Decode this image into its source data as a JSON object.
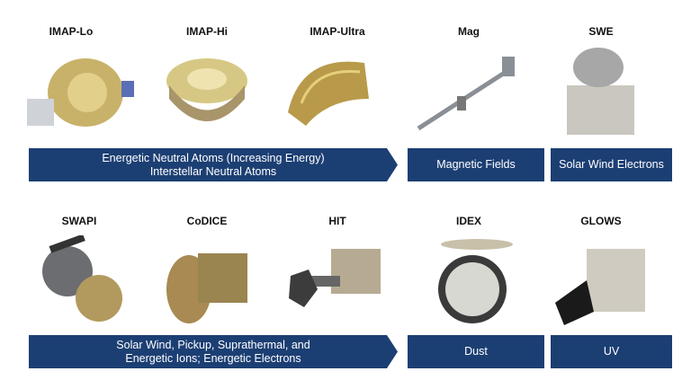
{
  "row1": {
    "instruments": [
      "IMAP-Lo",
      "IMAP-Hi",
      "IMAP-Ultra",
      "Mag",
      "SWE"
    ],
    "banners": [
      "Energetic Neutral Atoms (Increasing Energy)",
      "Interstellar Neutral Atoms",
      "Magnetic Fields",
      "Solar Wind Electrons"
    ]
  },
  "row2": {
    "instruments": [
      "SWAPI",
      "CoDICE",
      "HIT",
      "IDEX",
      "GLOWS"
    ],
    "banners": [
      "Solar Wind, Pickup, Suprathermal, and",
      "Energetic Ions; Energetic Electrons",
      "Dust",
      "UV"
    ]
  },
  "colors": {
    "banner": "#1c3f73",
    "gold": "#b8a060"
  }
}
